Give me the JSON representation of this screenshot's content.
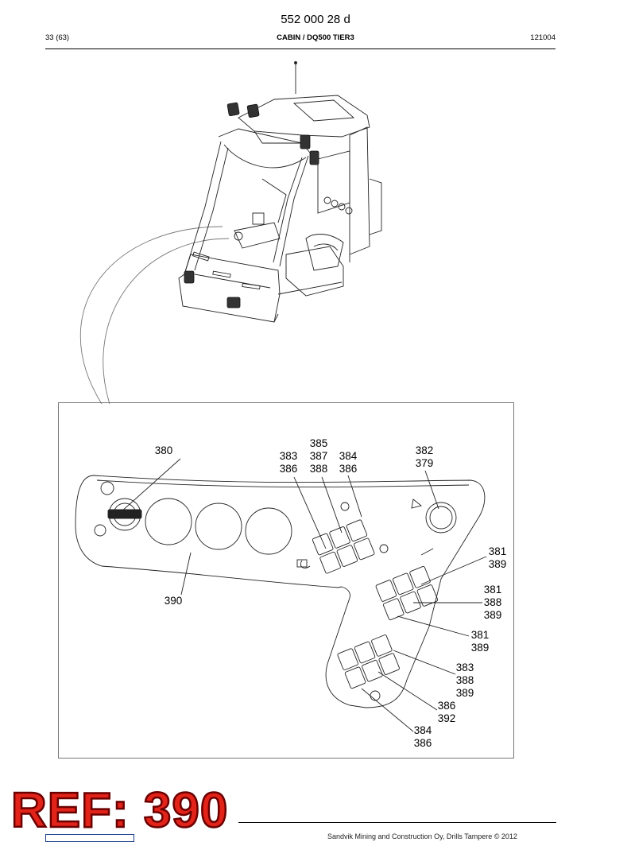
{
  "header": {
    "doc_number": "552 000 28 d",
    "page": "33 (63)",
    "title": "CABIN / DQ500 TIER3",
    "code": "121004"
  },
  "callouts": {
    "c380": [
      "380"
    ],
    "c383_386": [
      "383",
      "386"
    ],
    "c385_387_388": [
      "385",
      "387",
      "388"
    ],
    "c384_386": [
      "384",
      "386"
    ],
    "c382_379": [
      "382",
      "379"
    ],
    "c390": [
      "390"
    ],
    "c381_389_a": [
      "381",
      "389"
    ],
    "c381_388_389": [
      "381",
      "388",
      "389"
    ],
    "c381_389_b": [
      "381",
      "389"
    ],
    "c383_388_389": [
      "383",
      "388",
      "389"
    ],
    "c386_392": [
      "386",
      "392"
    ],
    "c384_386_b": [
      "384",
      "386"
    ]
  },
  "stamp": {
    "text": "REF: 390",
    "color": "#e2231a"
  },
  "footer": {
    "text": "Sandvik Mining and Construction Oy, Drills Tampere © 2012"
  },
  "icons": [
    "cabin-illustration",
    "control-panel-illustration"
  ]
}
